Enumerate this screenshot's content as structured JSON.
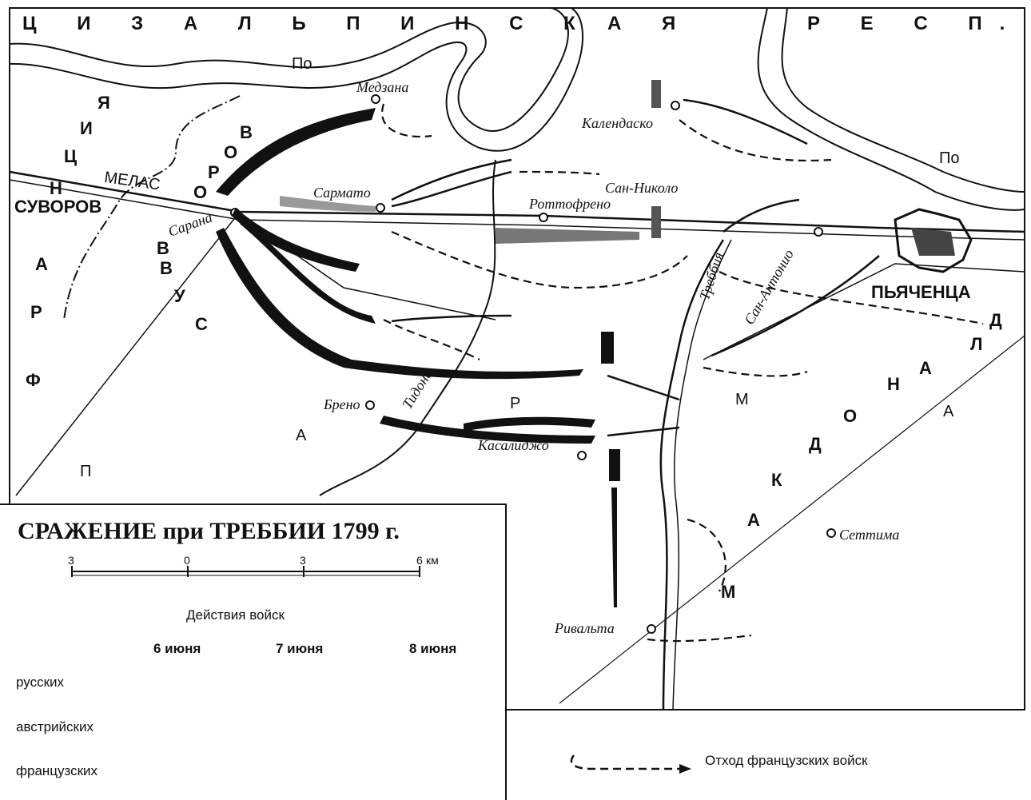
{
  "region_top": [
    "Ц И З А Л Ь П И Н С К",
    "А Я",
    "Р Е С П."
  ],
  "rivers": {
    "po_west": "По",
    "po_east": "По",
    "trebbia": "Треббия",
    "tidone": "Тидоне"
  },
  "towns": {
    "medzana": "Медзана",
    "kalendasko": "Календаско",
    "sarmato": "Сармато",
    "san_nikolo": "Сан-Николо",
    "rottofreno": "Роттофрено",
    "sarana": "Сарана",
    "san_antonio": "Сан-Антонио",
    "pyachenza": "ПЬЯЧЕНЦА",
    "breno": "Брено",
    "kasalidzho": "Касалиджо",
    "settima": "Сеттима",
    "rivalta": "Ривальта"
  },
  "commanders": {
    "suvorov": "СУВОРОВ",
    "melas": "МЕЛАС"
  },
  "army_labels": {
    "suvorov_diag": [
      "В",
      "О",
      "Р",
      "О",
      "В"
    ],
    "suvorov_lower": [
      "В",
      "У",
      "С"
    ],
    "franciya": [
      "Ф",
      "Р",
      "А",
      "Н",
      "Ц",
      "И",
      "Я"
    ],
    "p": "П",
    "a": "А",
    "r": "Р",
    "m": "М",
    "a2": "А",
    "makdonald": [
      "Д",
      "Л",
      "А",
      "Н",
      "О",
      "Д",
      "К",
      "А",
      "М"
    ]
  },
  "legend": {
    "title": "СРАЖЕНИЕ при ТРЕББИИ 1799 г.",
    "scale_ticks": [
      "3",
      "0",
      "3",
      "6"
    ],
    "scale_unit": "км",
    "section_title": "Действия войск",
    "days": [
      "6 июня",
      "7 июня",
      "8 июня"
    ],
    "rows": [
      "русских",
      "австрийских",
      "французских"
    ],
    "retreat": "Отход французских войск"
  }
}
